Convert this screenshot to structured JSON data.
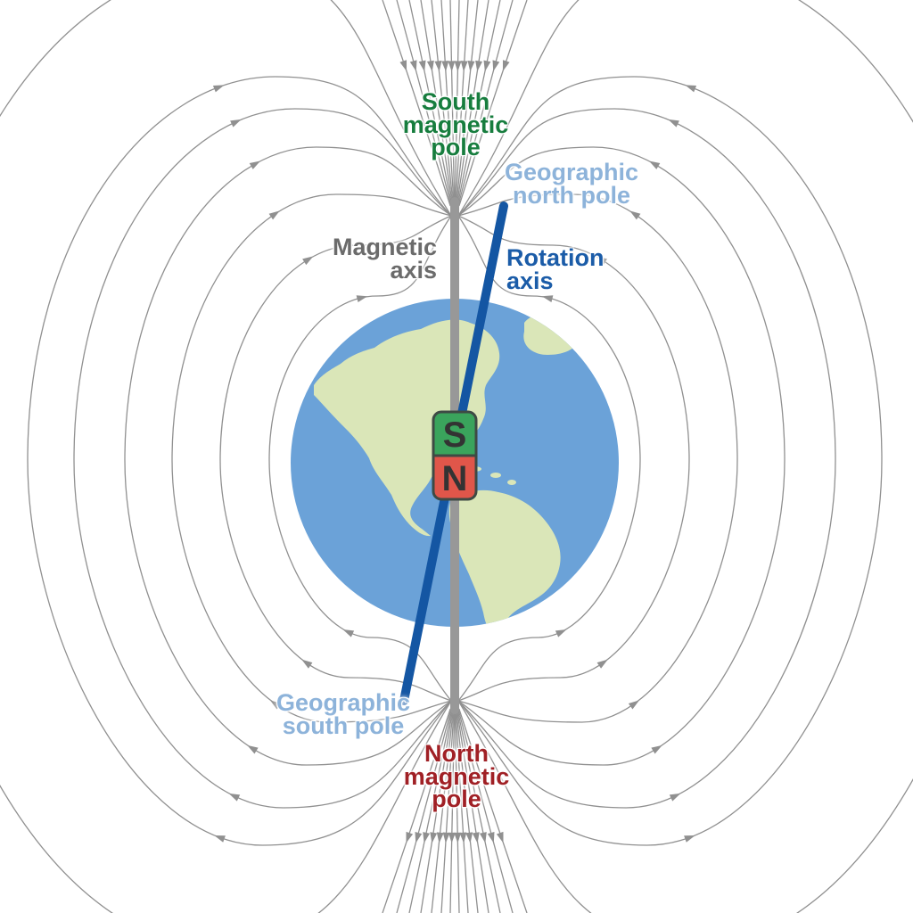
{
  "labels": {
    "south_magnetic_pole": "South\nmagnetic\npole",
    "geographic_north_pole": "Geographic\nnorth pole",
    "magnetic_axis": "Magnetic\naxis",
    "rotation_axis": "Rotation\naxis",
    "geographic_south_pole": "Geographic\nsouth pole",
    "north_magnetic_pole": "North\nmagnetic\npole"
  },
  "magnet": {
    "south_label": "S",
    "north_label": "N"
  },
  "colors": {
    "background": "#ffffff",
    "south_pole_label": "#177d3e",
    "geographic_label": "#8db3da",
    "magnetic_axis_label": "#6b6b6b",
    "rotation_axis_label": "#1b5ca8",
    "north_pole_label": "#a02025",
    "field_line": "#909090",
    "magnetic_axis_line": "#989898",
    "rotation_axis_line": "#1456a3",
    "ocean": "#6ba2d8",
    "land": "#dae6b8",
    "magnet_south": "#3aa45c",
    "magnet_north": "#e0564a",
    "magnet_border": "#3e4a44",
    "magnet_letter": "#333333"
  }
}
